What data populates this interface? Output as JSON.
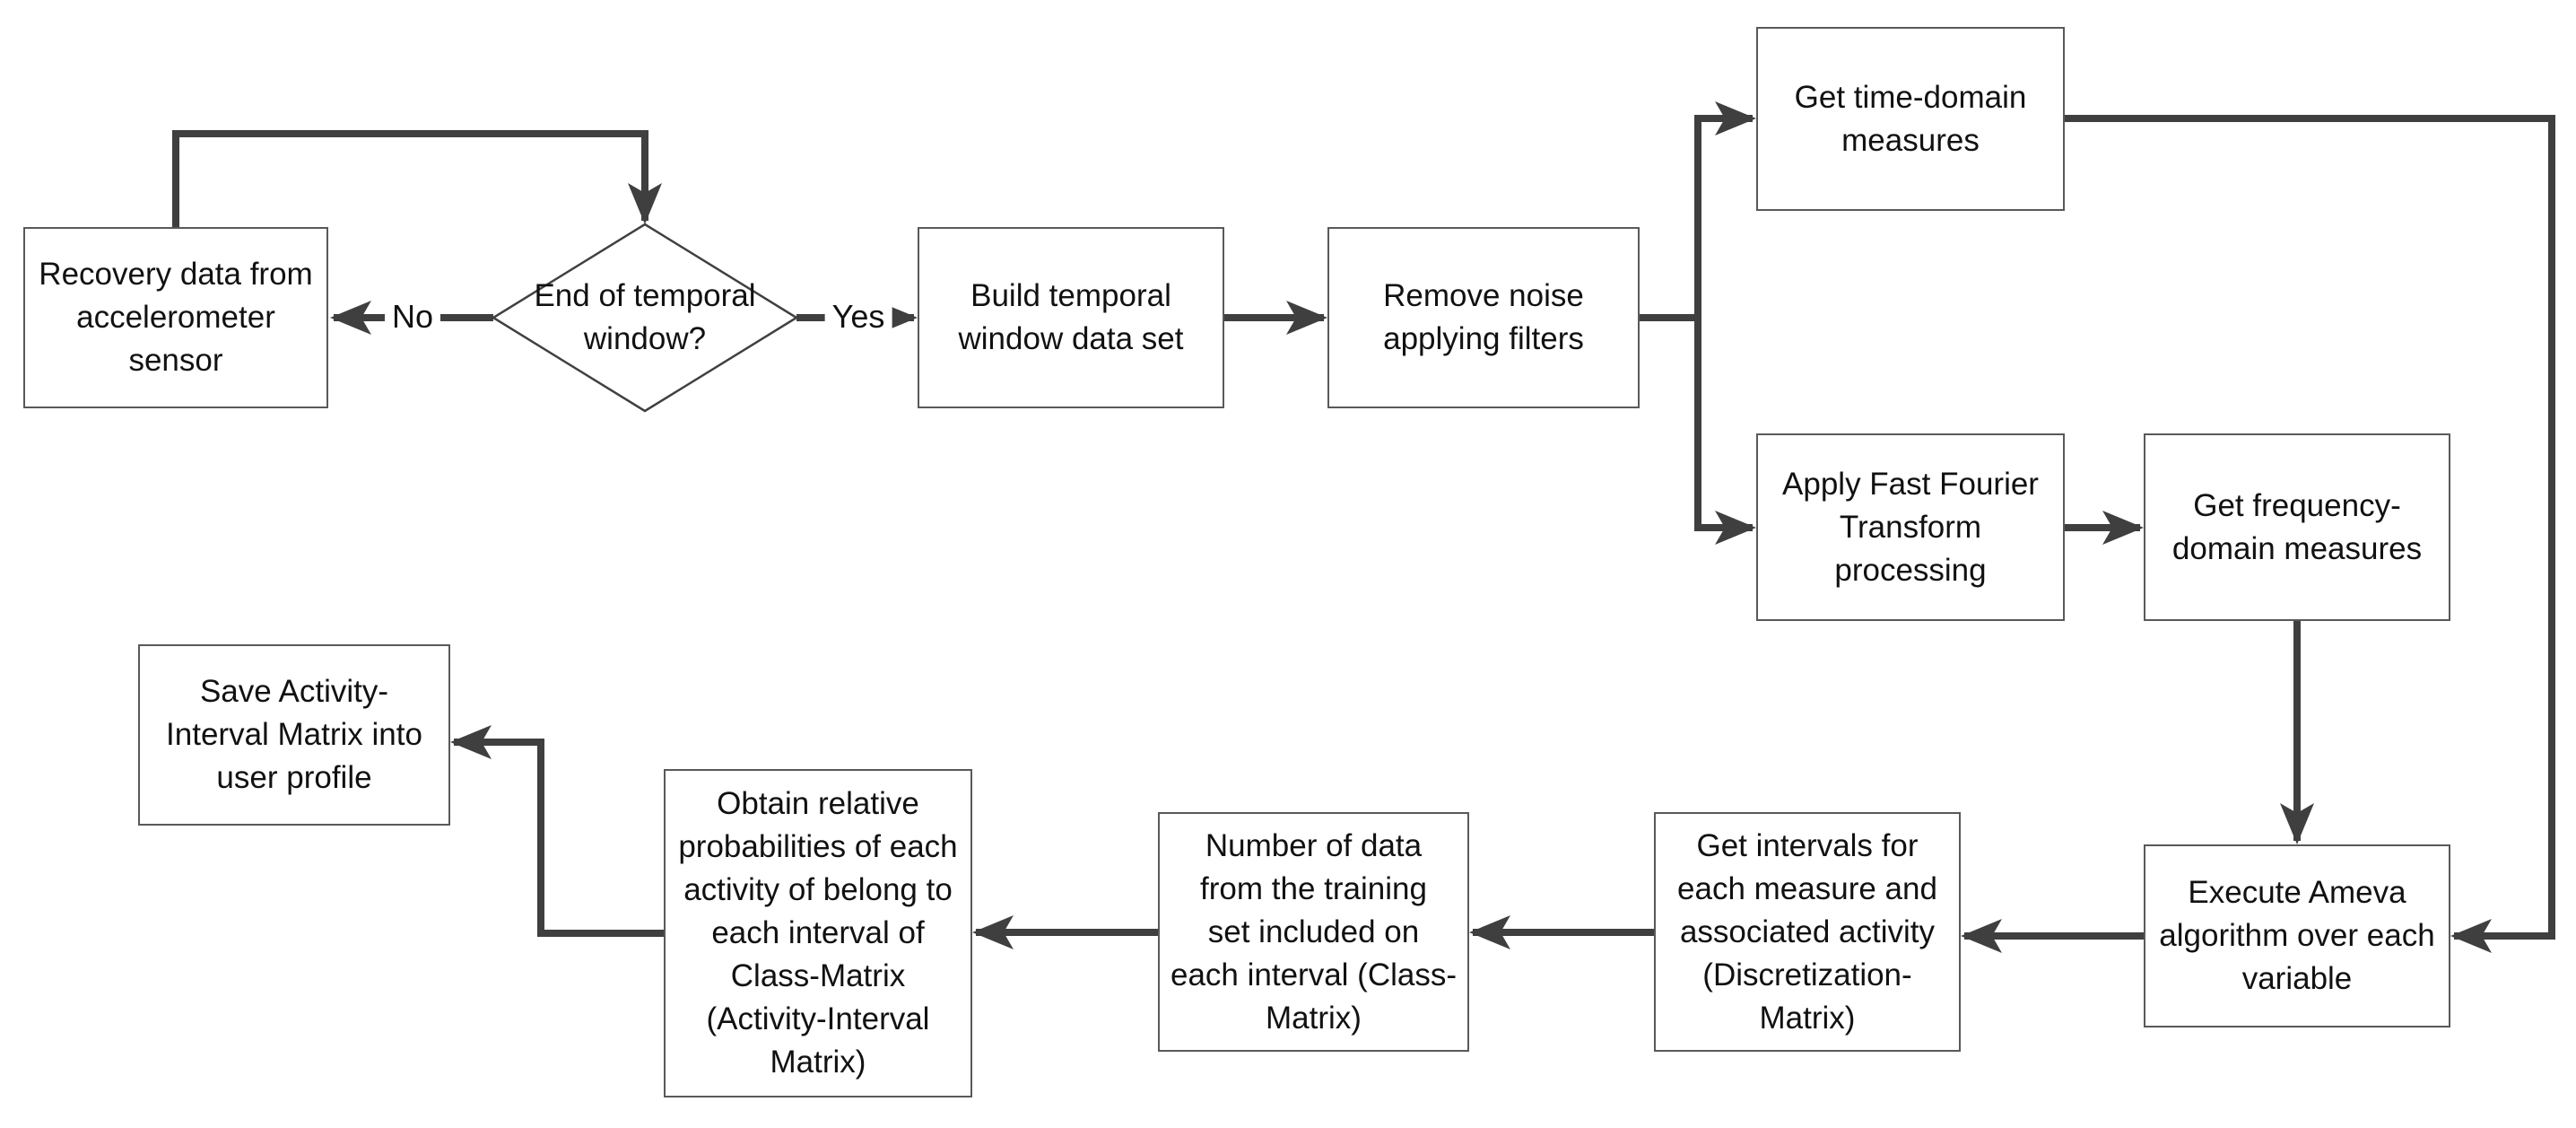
{
  "colors": {
    "connector": "#3f3f3f",
    "box_border": "#595959",
    "text": "#111111",
    "background": "#ffffff"
  },
  "nodes": {
    "recovery": {
      "label": "Recovery data from\naccelerometer\nsensor"
    },
    "end_of_window": {
      "label": "End of temporal\nwindow?"
    },
    "build_window": {
      "label": "Build temporal\nwindow data set"
    },
    "remove_noise": {
      "label": "Remove noise\napplying filters"
    },
    "time_domain": {
      "label": "Get time-domain\nmeasures"
    },
    "fft": {
      "label": "Apply Fast Fourier\nTransform\nprocessing"
    },
    "freq_domain": {
      "label": "Get frequency-\ndomain measures"
    },
    "ameva": {
      "label": "Execute Ameva\nalgorithm over each\nvariable"
    },
    "intervals": {
      "label": "Get intervals for\neach measure and\nassociated activity\n(Discretization-\nMatrix)"
    },
    "class_matrix": {
      "label": "Number of data\nfrom the training\nset included on\neach interval  (Class-\nMatrix)"
    },
    "activity_interval": {
      "label": "Obtain relative\nprobabilities of each\nactivity of belong to\neach interval of\nClass-Matrix\n(Activity-Interval\nMatrix)"
    },
    "save_profile": {
      "label": "Save Activity-\nInterval Matrix into\nuser profile"
    }
  },
  "edge_labels": {
    "no": "No",
    "yes": "Yes"
  }
}
